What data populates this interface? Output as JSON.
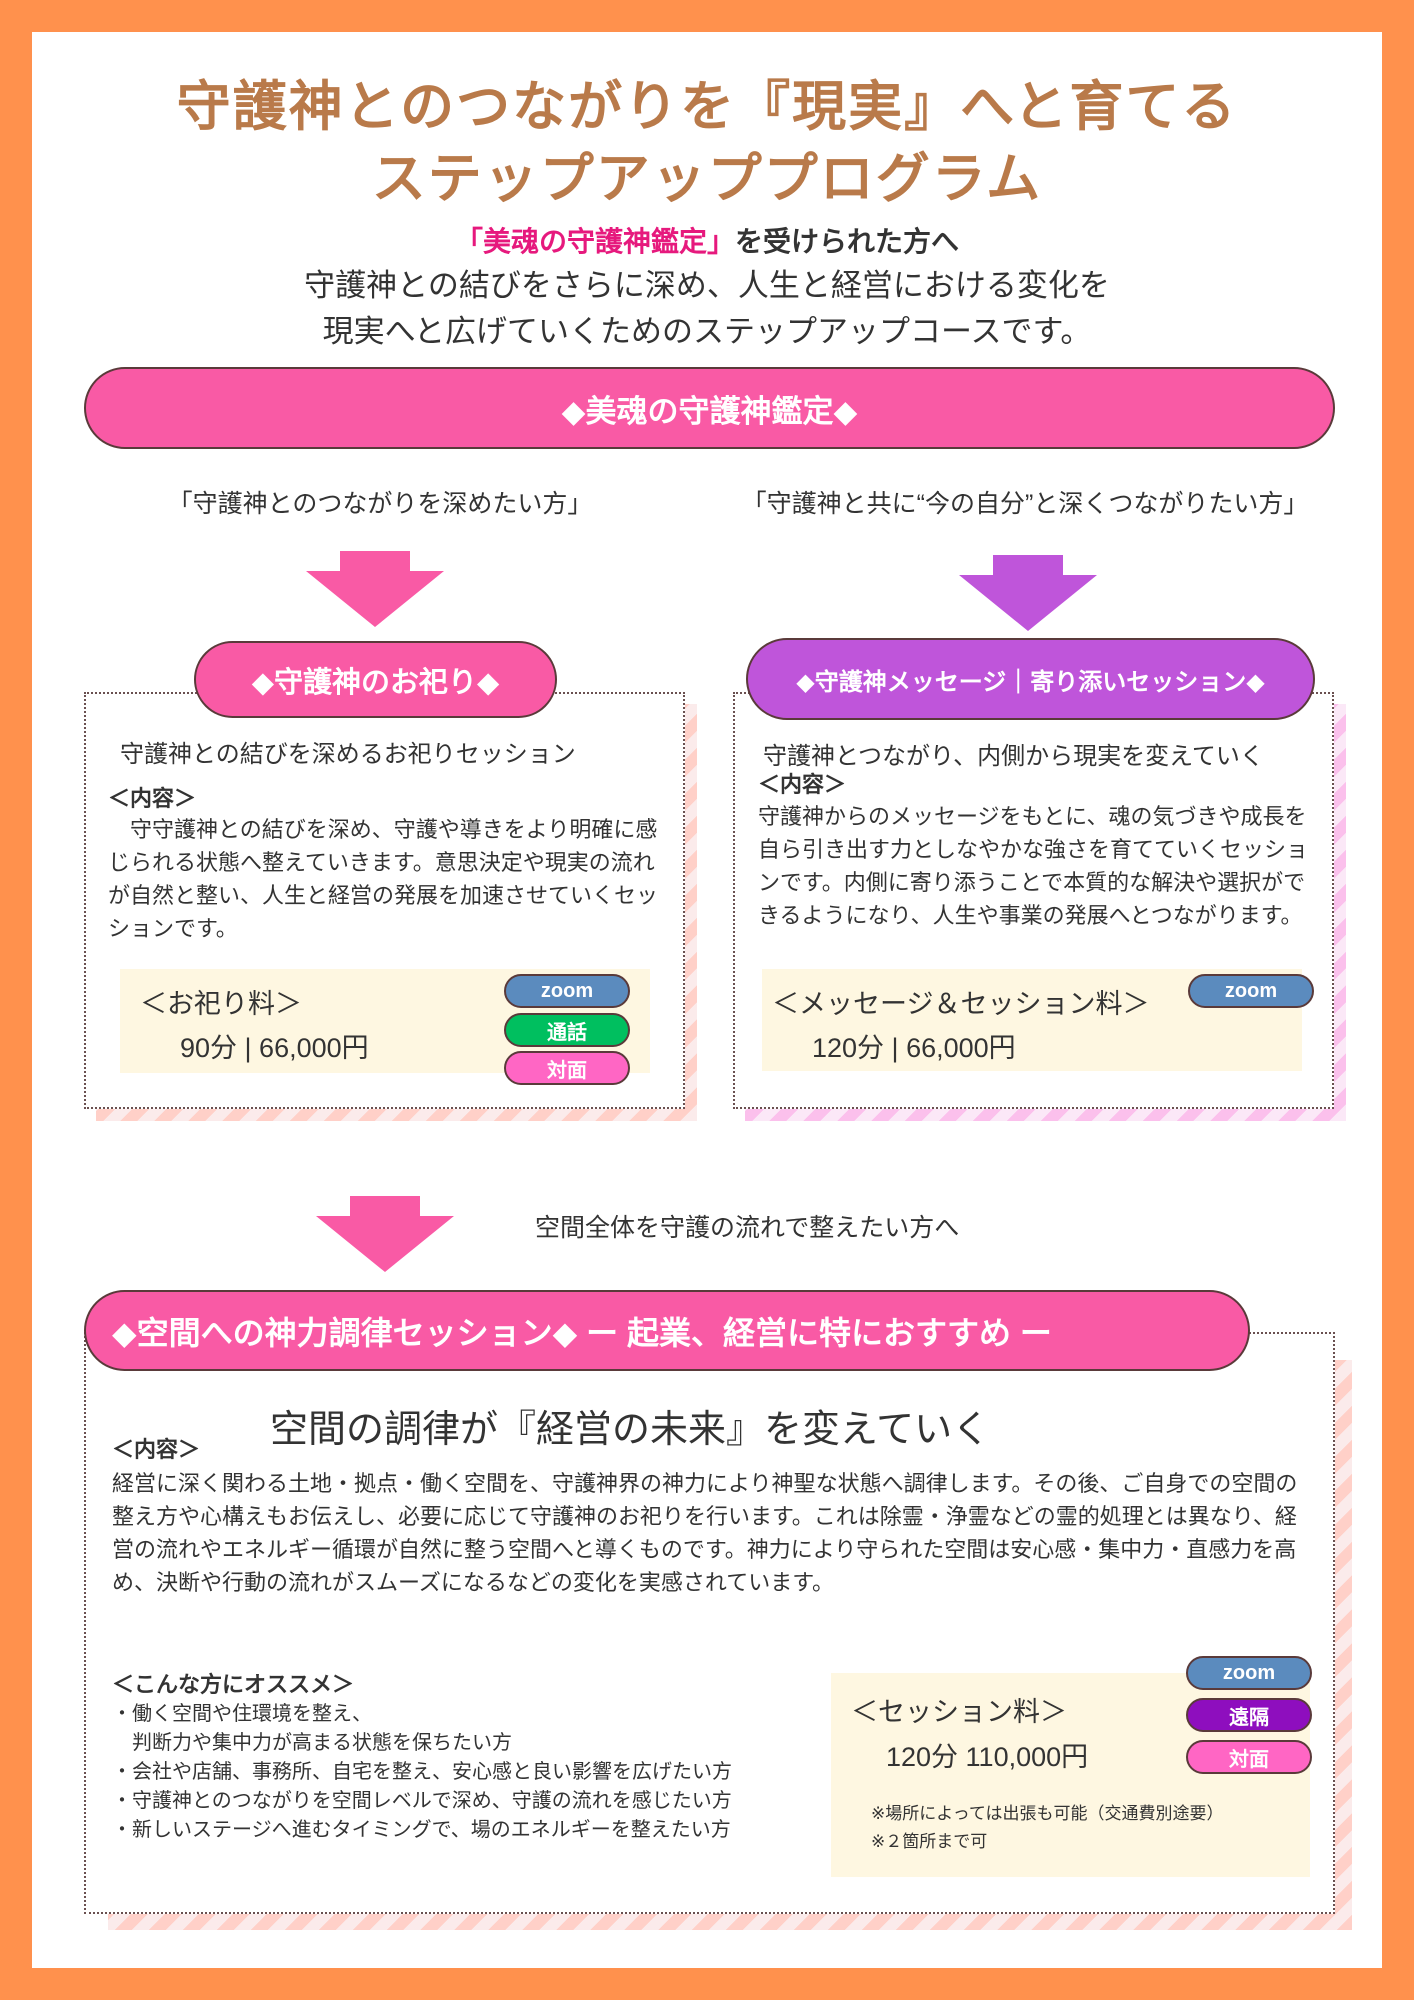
{
  "header": {
    "title_line1": "守護神とのつながりを『現実』へと育てる",
    "title_line2": "ステップアッププログラム",
    "highlight": "「美魂の守護神鑑定」",
    "highlight_suffix": "を受けられた方へ",
    "intro_line1": "守護神との結びをさらに深め、人生と経営における変化を",
    "intro_line2": "現実へと広げていくためのステップアップコースです。"
  },
  "main_banner": "◆美魂の守護神鑑定◆",
  "paths": {
    "left_label": "「守護神とのつながりを深めたい方」",
    "right_label": "「守護神と共に“今の自分”と深くつながりたい方」",
    "bottom_label": "空間全体を守護の流れで整えたい方へ"
  },
  "course1": {
    "title": "◆守護神のお祀り◆",
    "subtitle": "守護神との結びを深めるお祀りセッション",
    "content_heading": "＜内容＞",
    "content": "　守守護神との結びを深め、守護や導きをより明確に感じられる状態へ整えていきます。意思決定や現実の流れが自然と整い、人生と経営の発展を加速させていくセッションです。",
    "fee_label": "＜お祀り料＞",
    "fee": "90分 | 66,000円",
    "badges": [
      "zoom",
      "通話",
      "対面"
    ]
  },
  "course2": {
    "title": "◆守護神メッセージ｜寄り添いセッション◆",
    "subtitle": "守護神とつながり、内側から現実を変えていく",
    "content_heading": "＜内容＞",
    "content": "守護神からのメッセージをもとに、魂の気づきや成長を自ら引き出す力としなやかな強さを育てていくセッションです。内側に寄り添うことで本質的な解決や選択ができるようになり、人生や事業の発展へとつながります。",
    "fee_label": "＜メッセージ＆セッション料＞",
    "fee": "120分 | 66,000円",
    "badges": [
      "zoom"
    ]
  },
  "course3": {
    "title": "◆空間への神力調律セッション◆ ー 起業、経営に特におすすめ ー",
    "headline": "空間の調律が『経営の未来』を変えていく",
    "content_heading": "＜内容＞",
    "content": "経営に深く関わる土地・拠点・働く空間を、守護神界の神力により神聖な状態へ調律します。その後、ご自身での空間の整え方や心構えもお伝えし、必要に応じて守護神のお祀りを行います。これは除霊・浄霊などの霊的処理とは異なり、経営の流れやエネルギー循環が自然に整う空間へと導くものです。神力により守られた空間は安心感・集中力・直感力を高め、決断や行動の流れがスムーズになるなどの変化を実感されています。",
    "recommend_heading": "＜こんな方にオススメ＞",
    "recommend": [
      "・働く空間や住環境を整え、",
      "　判断力や集中力が高まる状態を保ちたい方",
      "・会社や店舗、事務所、自宅を整え、安心感と良い影響を広げたい方",
      "・守護神とのつながりを空間レベルで深め、守護の流れを感じたい方",
      "・新しいステージへ進むタイミングで、場のエネルギーを整えたい方"
    ],
    "fee_label": "＜セッション料＞",
    "fee": "120分 110,000円",
    "notes": [
      "※場所によっては出張も可能（交通費別途要）",
      "※２箇所まで可"
    ],
    "badges": [
      "zoom",
      "遠隔",
      "対面"
    ]
  },
  "colors": {
    "frame": "#FF914D",
    "title": "#B97A4A",
    "pink": "#F95AA5",
    "purple": "#BF55DA",
    "highlight": "#E6197D",
    "zoom": "#5B8BBE",
    "call": "#00BF5F",
    "face": "#FF66C4",
    "remote": "#8E0EBE"
  }
}
